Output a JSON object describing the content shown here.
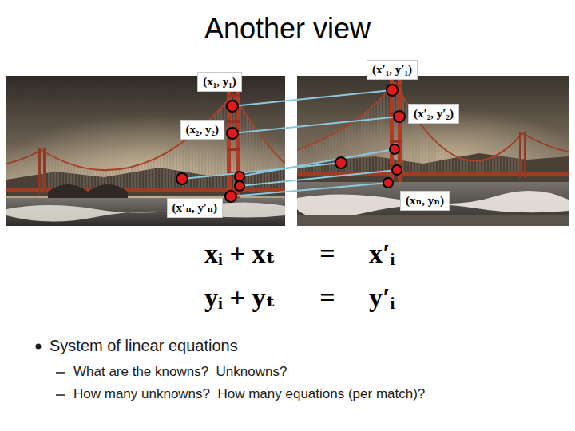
{
  "diagram": {
    "title": "Another view",
    "nodes": [
      {
        "text": [
          "(x₁, y₁)"
        ]
      },
      {
        "text": [
          "(x₂, y₂)"
        ]
      },
      {
        "text": [
          "(x′ₙ, y′ₙ)"
        ]
      },
      {
        "text": [
          "(x′₁, y′₁)"
        ]
      },
      {
        "text": [
          "(x′₂, y′₂)"
        ]
      },
      {
        "text": [
          "(xₙ, yₙ)"
        ]
      }
    ],
    "labels": [
      "xᵢ + xₜ",
      "=",
      "x′ᵢ",
      "yᵢ + yₜ",
      "=",
      "y′ᵢ",
      "System of linear equations",
      "What are the knowns?  Unknowns?",
      "How many unknowns?  How many equations (per match)?"
    ]
  }
}
